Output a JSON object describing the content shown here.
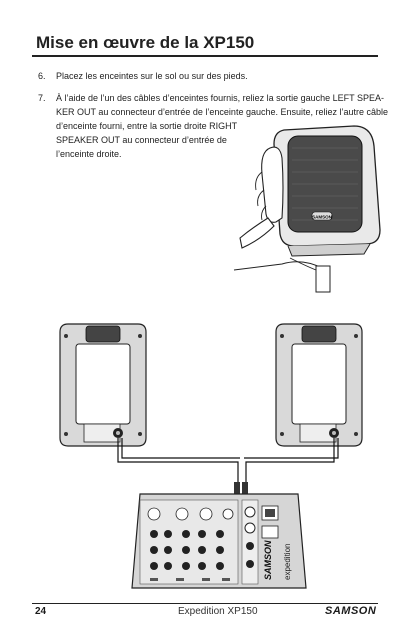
{
  "header": {
    "title": "Mise en œuvre de la XP150"
  },
  "steps": [
    {
      "number": "6.",
      "lines": [
        "Placez les enceintes sur le sol ou sur des pieds."
      ]
    },
    {
      "number": "7.",
      "lines": [
        "À l’aide de l’un des câbles d’enceintes fournis, reliez la sortie gauche LEFT SPEA-",
        "KER OUT au connecteur d’entrée de l’enceinte gauche. Ensuite, reliez l’autre câble",
        "d’enceinte fourni, entre la sortie droite RIGHT",
        "SPEAKER OUT au connecteur d’entrée de",
        "l’enceinte droite."
      ]
    }
  ],
  "illustration": {
    "speaker_badge": "SAMSON",
    "mixer_brand": "SAMSON",
    "mixer_model": "expedition"
  },
  "footer": {
    "page_number": "24",
    "center_text": "Expedition XP150",
    "brand": "SAMSON"
  }
}
